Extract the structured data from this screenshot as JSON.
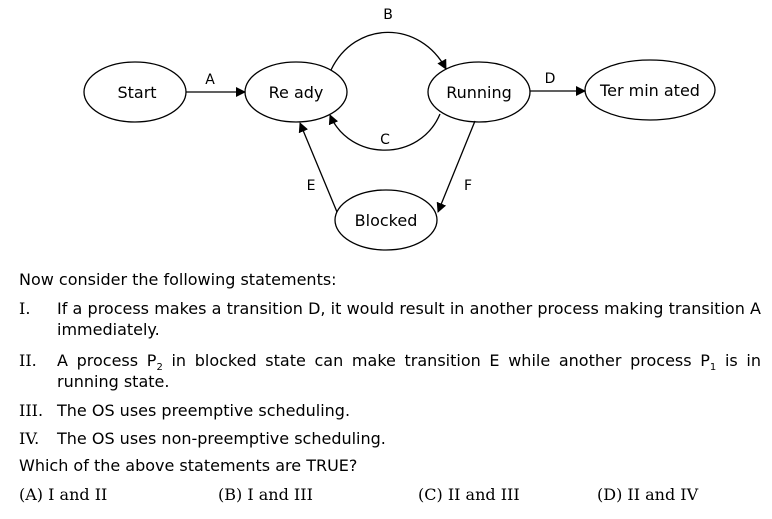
{
  "diagram": {
    "nodes": {
      "start": "Start",
      "ready": "Re ady",
      "running": "Running",
      "terminated": "Ter min ated",
      "blocked": "Blocked"
    },
    "edges": {
      "a": "A",
      "b": "B",
      "c": "C",
      "d": "D",
      "e": "E",
      "f": "F"
    }
  },
  "question": {
    "intro": "Now consider the following statements:",
    "statements": [
      {
        "numeral": "I.",
        "text": "If a process makes a transition D, it would result in another process making transition A immediately."
      },
      {
        "numeral": "II.",
        "text_a": "A process P",
        "sub_a": "2",
        "text_b": " in blocked state can make transition E while another process P",
        "sub_b": "1",
        "text_c": " is in running state."
      },
      {
        "numeral": "III.",
        "text": "The OS uses preemptive scheduling."
      },
      {
        "numeral": "IV.",
        "text": "The OS uses non-preemptive scheduling."
      }
    ],
    "prompt": "Which of the above statements are TRUE?",
    "options": [
      {
        "letter": "(A)",
        "text": "I and II"
      },
      {
        "letter": "(B)",
        "text": "I and III"
      },
      {
        "letter": "(C)",
        "text": "II and III"
      },
      {
        "letter": "(D)",
        "text": "II and IV"
      }
    ]
  }
}
